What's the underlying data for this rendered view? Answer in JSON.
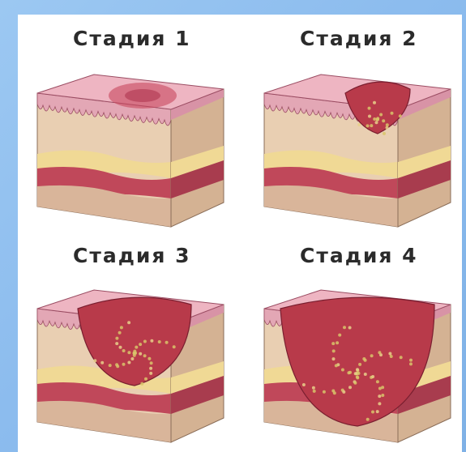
{
  "stages": [
    {
      "title": "Стадия 1"
    },
    {
      "title": "Стадия 2"
    },
    {
      "title": "Стадия 3"
    },
    {
      "title": "Стадия 4"
    }
  ],
  "colors": {
    "epidermis": "#e3a7b5",
    "dermis": "#e9cfb2",
    "fat": "#f0d995",
    "muscle": "#c0485a",
    "wound": "#b83a4a",
    "background": "#8cbcee"
  },
  "depth": [
    0,
    1,
    2,
    3
  ]
}
